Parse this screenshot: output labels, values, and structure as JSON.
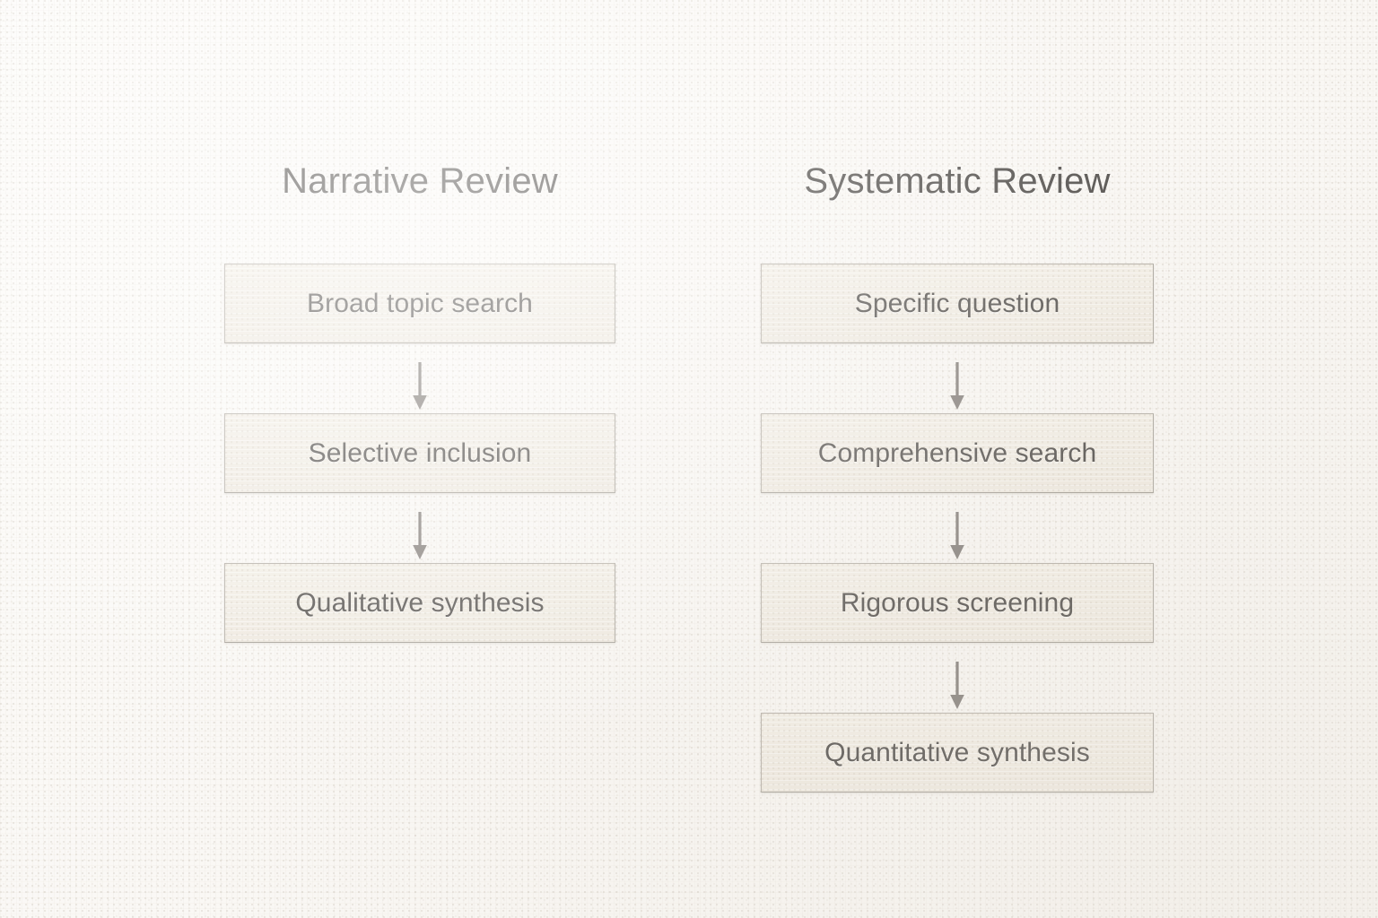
{
  "figure": {
    "type": "flowchart-comparison",
    "background_color": "#fcfbf9",
    "box_fill_color": "#f1ece3",
    "box_border_color": "#b9b4ac",
    "text_color": "#5b5855",
    "arrow_color": "#8a8581"
  },
  "columns": [
    {
      "id": "narrative-review",
      "title": "Narrative Review",
      "steps": [
        {
          "label": "Broad topic search"
        },
        {
          "label": "Selective inclusion"
        },
        {
          "label": "Qualitative synthesis"
        }
      ],
      "arrows": [
        {
          "icon": "down-arrow-icon"
        },
        {
          "icon": "down-arrow-icon"
        }
      ]
    },
    {
      "id": "systematic-review",
      "title": "Systematic Review",
      "steps": [
        {
          "label": "Specific question"
        },
        {
          "label": "Comprehensive search"
        },
        {
          "label": "Rigorous screening"
        },
        {
          "label": "Quantitative synthesis"
        }
      ],
      "arrows": [
        {
          "icon": "down-arrow-icon"
        },
        {
          "icon": "down-arrow-icon"
        },
        {
          "icon": "down-arrow-icon"
        }
      ]
    }
  ]
}
